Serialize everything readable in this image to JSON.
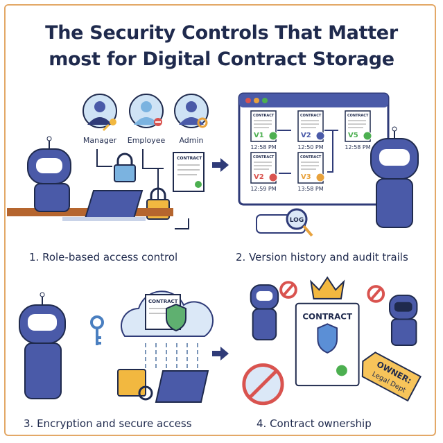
{
  "title": {
    "line1": "The Security Controls That Matter",
    "line2": "most for Digital Contract Storage"
  },
  "panel1": {
    "caption": "1. Role-based access control",
    "roles": [
      "Manager",
      "Employee",
      "Admin"
    ],
    "doc_label": "CONTRACT"
  },
  "panel2": {
    "caption": "2. Version history and audit trails",
    "doc_label": "CONTRACT",
    "versions": [
      {
        "label": "V1",
        "time": "12:58 PM",
        "color": "#4caf50"
      },
      {
        "label": "V2",
        "time": "12:50 PM",
        "color": "#4a5aa8"
      },
      {
        "label": "V5",
        "time": "12:58 PM",
        "color": "#4caf50"
      },
      {
        "label": "V2",
        "time": "12:59 PM",
        "color": "#d9534f"
      },
      {
        "label": "V3",
        "time": "13:58 PM",
        "color": "#e8a23c"
      }
    ],
    "log_label": "LOG"
  },
  "panel3": {
    "caption": "3. Encryption and secure access",
    "doc_label": "CONTRACT"
  },
  "panel4": {
    "caption": "4. Contract ownership",
    "doc_label": "CONTRACT",
    "tag_line1": "OWNER:",
    "tag_line2": "Legal Dept"
  },
  "colors": {
    "robot": "#4a5aa8",
    "accent_border": "#e3a867",
    "text": "#1f2a4d",
    "lock_gold": "#f2b840",
    "check_green": "#4caf50"
  }
}
